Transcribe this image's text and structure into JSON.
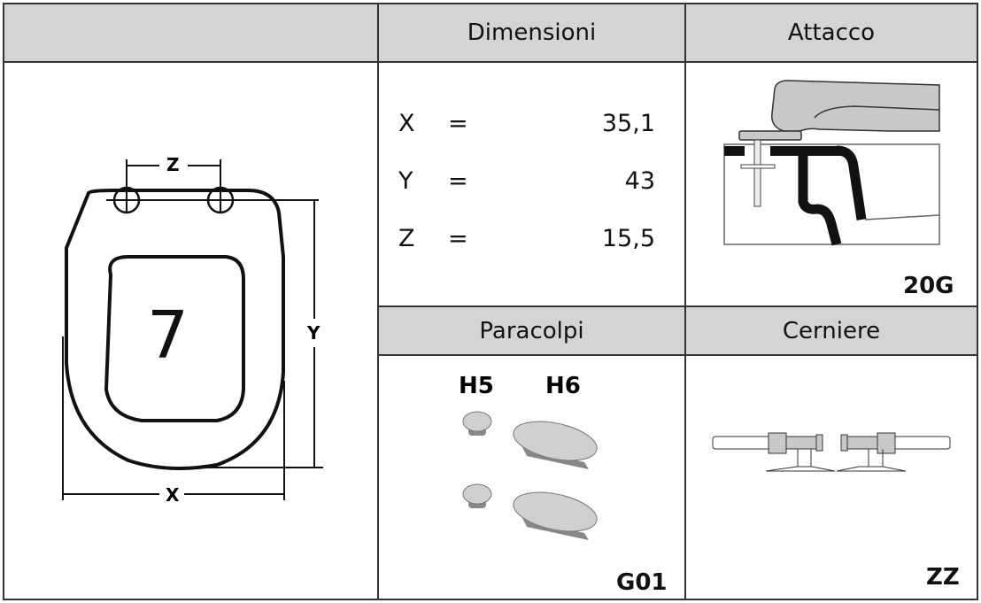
{
  "headers": {
    "empty": "",
    "dimensions": "Dimensioni",
    "attachment": "Attacco",
    "bumpers": "Paracolpi",
    "hinges": "Cerniere"
  },
  "drawing": {
    "model_number": "7",
    "label_x": "X",
    "label_y": "Y",
    "label_z": "Z"
  },
  "dimensions": [
    {
      "key": "X",
      "eq": "=",
      "value": "35,1"
    },
    {
      "key": "Y",
      "eq": "=",
      "value": "43"
    },
    {
      "key": "Z",
      "eq": "=",
      "value": "15,5"
    }
  ],
  "attachment": {
    "code": "20G"
  },
  "bumpers": {
    "type_a": "H5",
    "type_b": "H6",
    "code": "G01"
  },
  "hinges": {
    "code": "ZZ"
  },
  "colors": {
    "header_bg": "#d4d4d4",
    "border": "#333333",
    "part_gray": "#c8c8c8"
  }
}
